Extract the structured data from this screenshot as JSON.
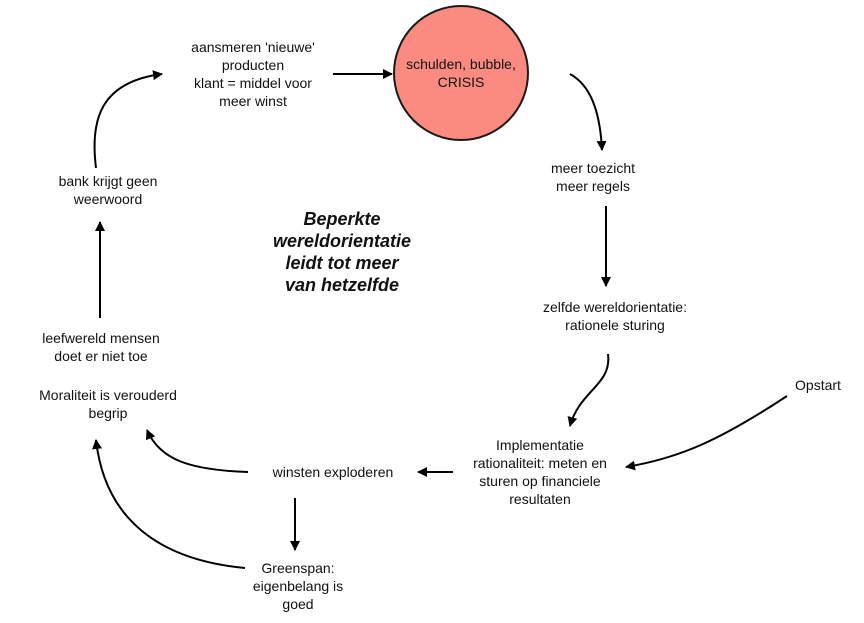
{
  "colors": {
    "crisis_fill": "#fb8b80",
    "stroke": "#000000"
  },
  "nodes": {
    "products": {
      "lines": [
        "aansmeren 'nieuwe'",
        "producten",
        "klant = middel voor",
        "meer winst"
      ]
    },
    "crisis": {
      "lines": [
        "schulden, bubble,",
        "CRISIS"
      ]
    },
    "oversight": {
      "lines": [
        "meer toezicht",
        "meer regels"
      ]
    },
    "same_orientation": {
      "lines": [
        "zelfde wereldorientatie:",
        "rationele sturing"
      ]
    },
    "start": {
      "lines": [
        "Opstart"
      ]
    },
    "implementation": {
      "lines": [
        "Implementatie",
        "rationaliteit: meten en",
        "sturen op financiele",
        "resultaten"
      ]
    },
    "profits": {
      "lines": [
        "winsten exploderen"
      ]
    },
    "greenspan": {
      "lines": [
        "Greenspan:",
        "eigenbelang is",
        "goed"
      ]
    },
    "morality": {
      "lines": [
        "Moraliteit is verouderd",
        "begrip"
      ]
    },
    "lifeworld": {
      "lines": [
        "leefwereld mensen",
        "doet er niet toe"
      ]
    },
    "bank": {
      "lines": [
        "bank krijgt geen",
        "weerwoord"
      ]
    }
  },
  "center_title": {
    "lines": [
      "Beperkte",
      "wereldorientatie",
      "leidt tot meer",
      "van hetzelfde"
    ]
  }
}
